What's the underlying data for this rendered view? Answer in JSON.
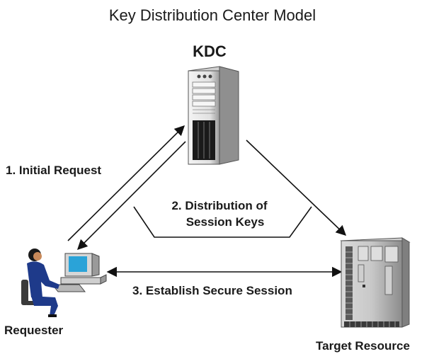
{
  "title": "Key Distribution Center Model",
  "nodes": {
    "kdc": {
      "label": "KDC",
      "icon": "server-tower-icon"
    },
    "requester": {
      "label": "Requester",
      "icon": "user-at-workstation-icon"
    },
    "target": {
      "label": "Target Resource",
      "icon": "server-cabinet-icon"
    }
  },
  "flows": {
    "initial_request": "1. Initial Request",
    "distribution_line1": "2. Distribution of",
    "distribution_line2": "Session Keys",
    "secure_session": "3. Establish Secure Session"
  },
  "colors": {
    "line": "#111111",
    "text": "#1a1a1a",
    "device_light": "#e8e8e8",
    "device_shadow": "#a0a0a0",
    "person_blue": "#1e3a8a",
    "screen_cyan": "#2aa3d8"
  }
}
